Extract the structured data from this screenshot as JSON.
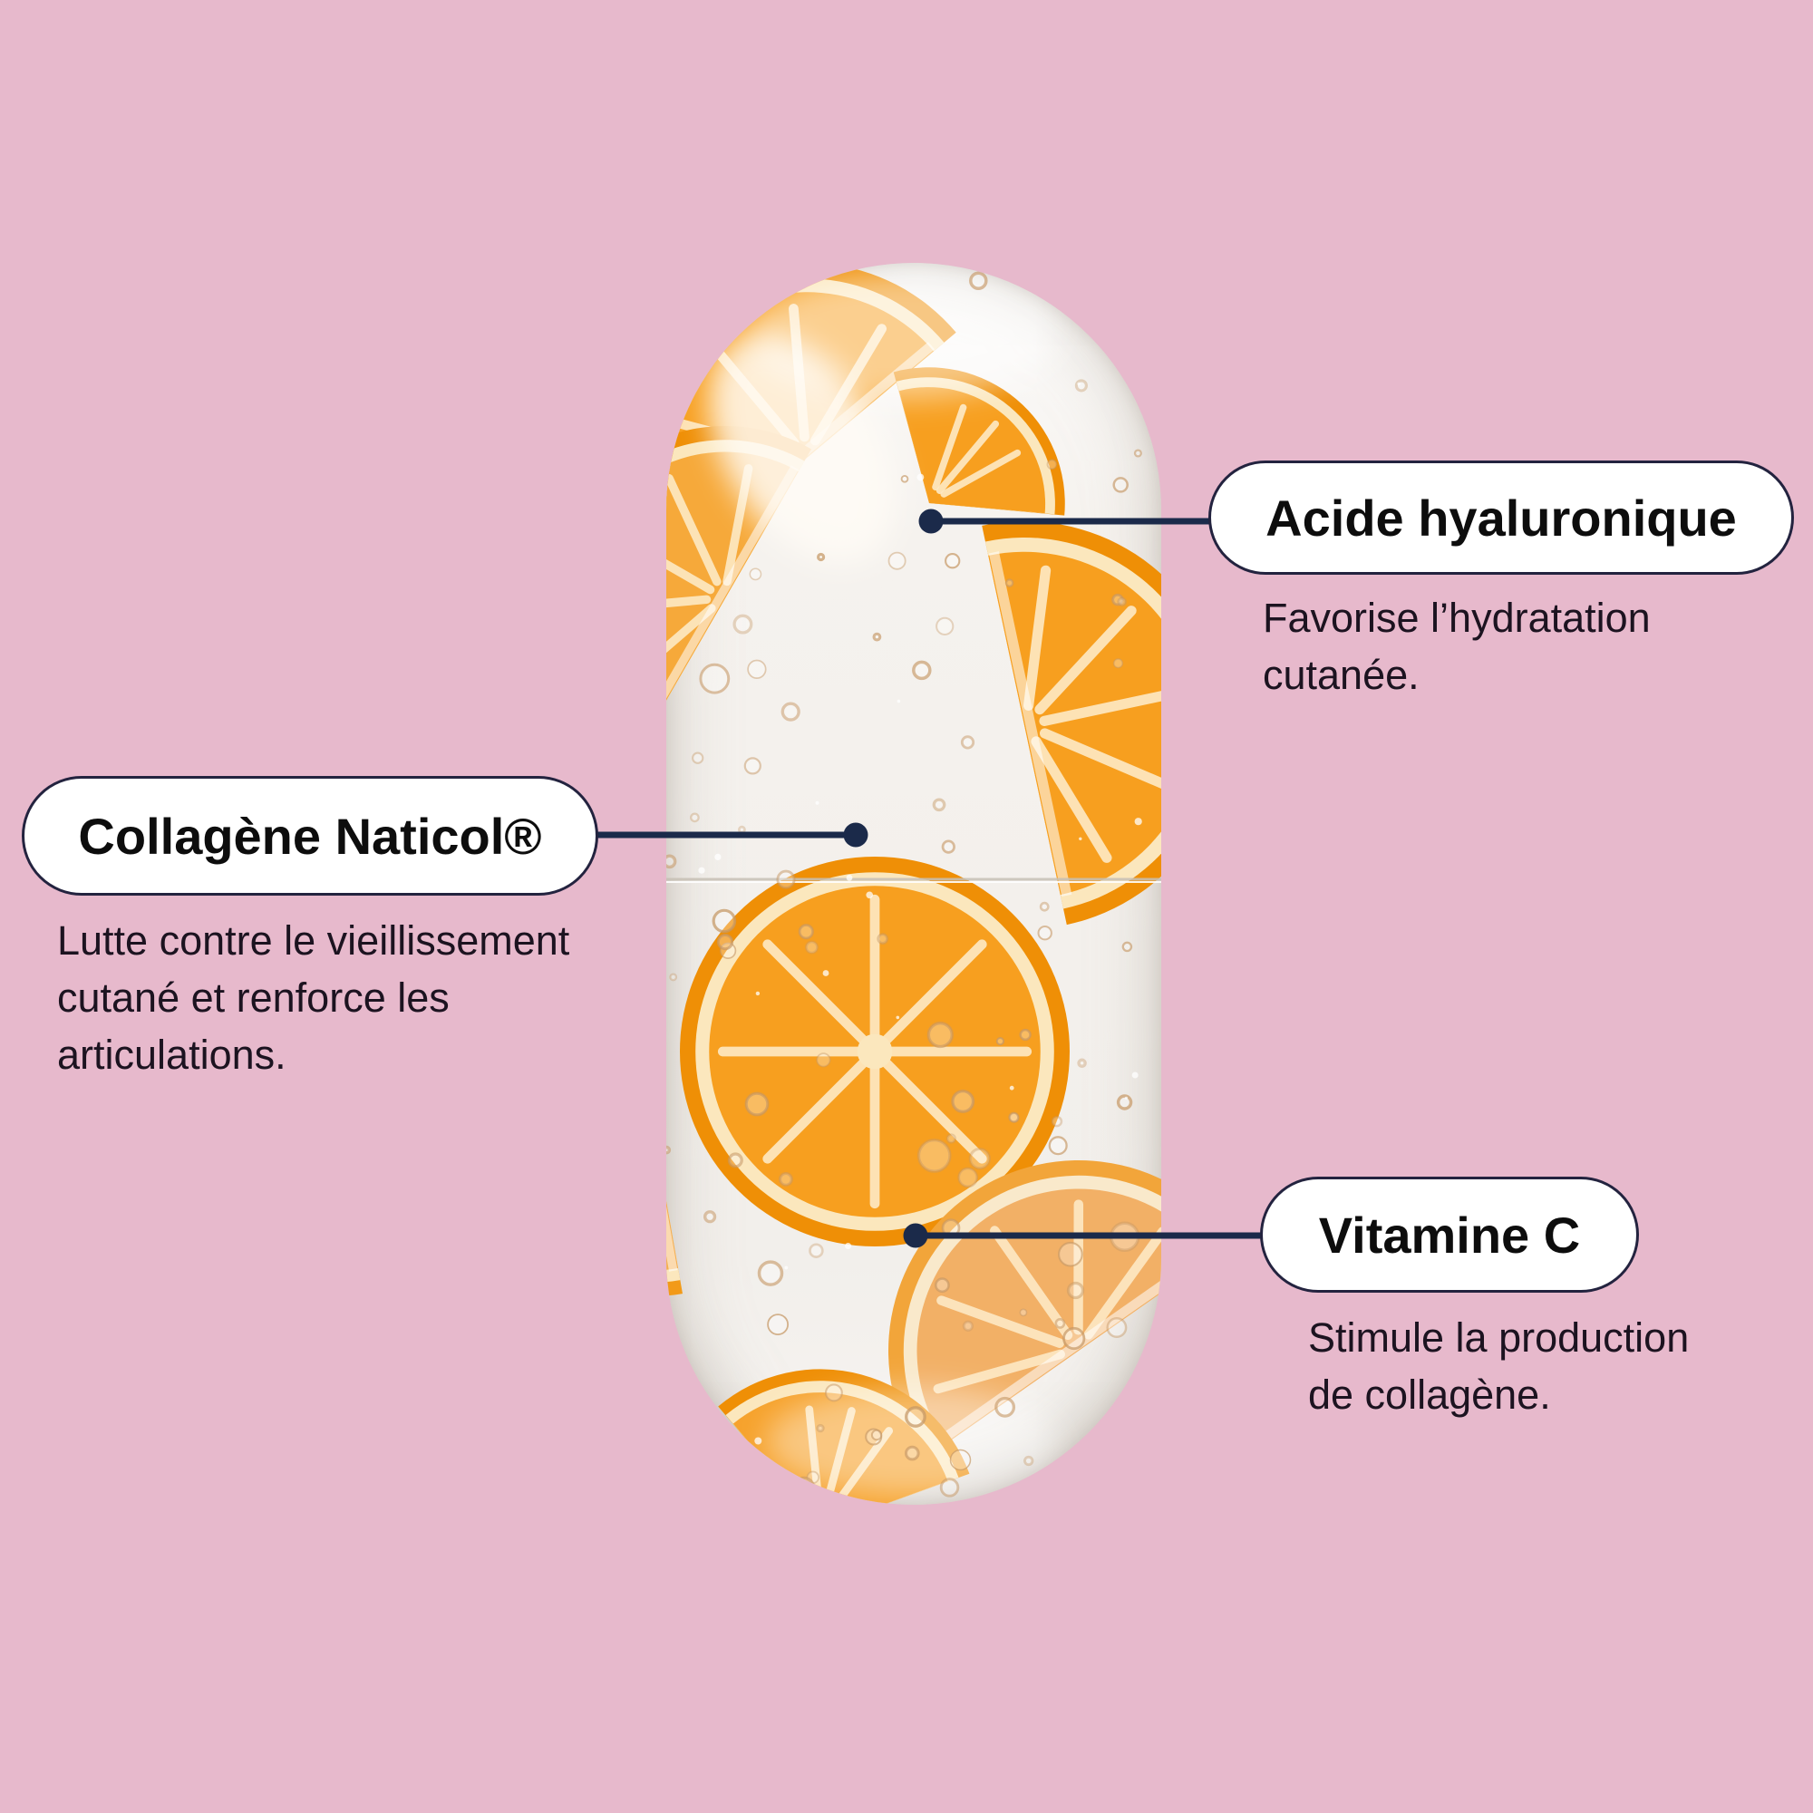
{
  "colors": {
    "background": "#e7b9cc",
    "connector_line": "#1b2a4a",
    "pill_border": "#23233f",
    "pill_background": "#ffffff",
    "title_text": "#0d0d0d",
    "body_text": "#1c1320",
    "orange_peel": "#ef8f06",
    "capsule_shell": "#f4f1ed"
  },
  "illustration": {
    "subject": "transparent capsule filled with orange slices and bubbles"
  },
  "callouts": [
    {
      "id": "acide-hyaluronique",
      "side": "right",
      "title": "Acide hyaluronique",
      "description_lines": [
        "Favorise l’hydratation",
        "cutanée."
      ]
    },
    {
      "id": "collagene-naticol",
      "side": "left",
      "title": "Collagène Naticol®",
      "description_lines": [
        "Lutte contre le vieillissement",
        "cutané et renforce les",
        "articulations."
      ]
    },
    {
      "id": "vitamine-c",
      "side": "right",
      "title": "Vitamine C",
      "description_lines": [
        "Stimule la production",
        "de collagène."
      ]
    }
  ]
}
